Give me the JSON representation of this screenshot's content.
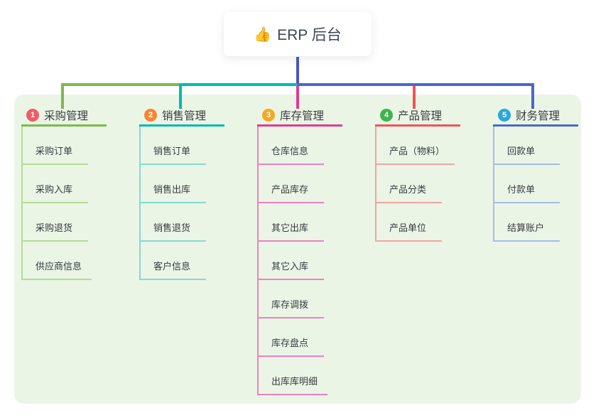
{
  "app": {
    "background_color": "#ffffff",
    "panel_color": "#eaf5e6"
  },
  "root": {
    "icon": "thumbs-up-icon",
    "icon_glyph": "👍",
    "label": "ERP 后台",
    "line_color": "#4757c8"
  },
  "branches": [
    {
      "badge": "1",
      "badge_color": "#f25b68",
      "title": "采购管理",
      "line_color": "#7cba4b",
      "child_line_color": "#b7db92",
      "children": [
        "采购订单",
        "采购入库",
        "采购退货",
        "供应商信息"
      ]
    },
    {
      "badge": "2",
      "badge_color": "#f58634",
      "title": "销售管理",
      "line_color": "#06b8b0",
      "child_line_color": "#84dad4",
      "children": [
        "销售订单",
        "销售出库",
        "销售退货",
        "客户信息"
      ]
    },
    {
      "badge": "3",
      "badge_color": "#f7a823",
      "title": "库存管理",
      "line_color": "#e13a92",
      "child_line_color": "#f17fc0",
      "children": [
        "仓库信息",
        "产品库存",
        "其它出库",
        "其它入库",
        "库存调拨",
        "库存盘点",
        "出库库明细"
      ]
    },
    {
      "badge": "4",
      "badge_color": "#3db54e",
      "title": "产品管理",
      "line_color": "#f25355",
      "child_line_color": "#f7a3a4",
      "children": [
        "产品（物料）",
        "产品分类",
        "产品单位"
      ]
    },
    {
      "badge": "5",
      "badge_color": "#2aa6dc",
      "title": "财务管理",
      "line_color": "#4a68c8",
      "child_line_color": "#a6bce9",
      "children": [
        "回款单",
        "付款单",
        "结算账户"
      ]
    }
  ]
}
